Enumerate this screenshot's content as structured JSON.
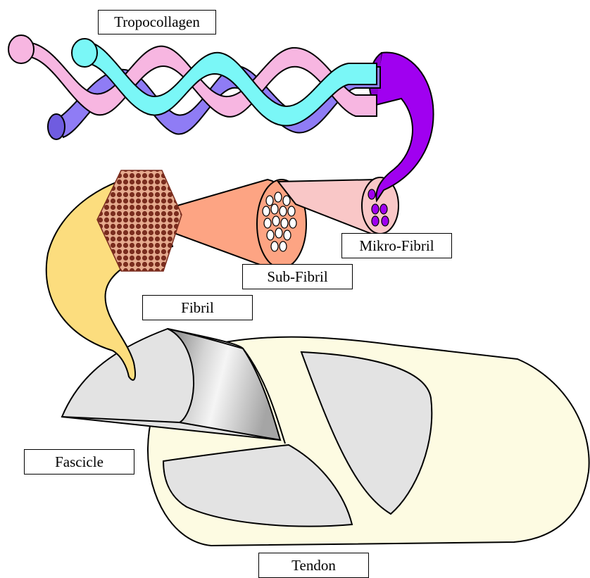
{
  "diagram": {
    "labels": {
      "tropocollagen": "Tropocollagen",
      "mikro_fibril": "Mikro-Fibril",
      "sub_fibril": "Sub-Fibril",
      "fibril": "Fibril",
      "fascicle": "Fascicle",
      "tendon": "Tendon"
    },
    "colors": {
      "pink": "#f7b6e1",
      "cyan": "#7af7f7",
      "violet": "#8f7cf5",
      "purple": "#a000f0",
      "light_pink": "#f9c7c7",
      "salmon": "#fda483",
      "gold": "#fcdd7e",
      "brown": "#7a2c1e",
      "fiber_ring": "#e4a98e",
      "fascicle_grey": "#e3e3e3",
      "tendon_cream": "#fdfbe2"
    }
  }
}
